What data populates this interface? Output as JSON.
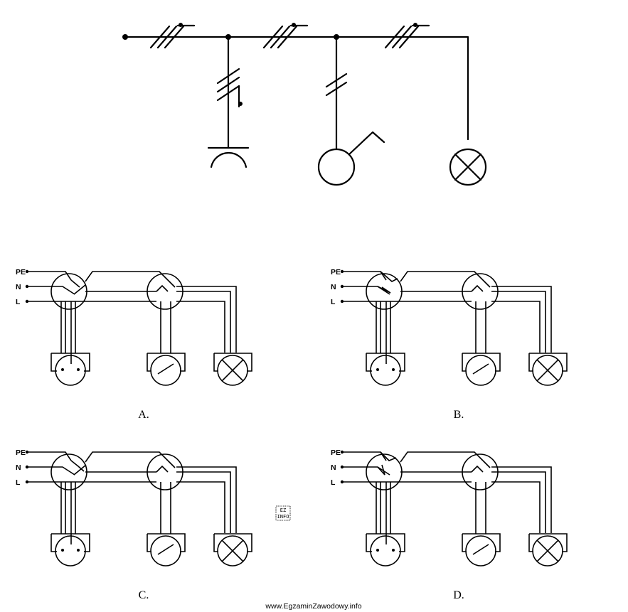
{
  "terminals": [
    "PE",
    "N",
    "L"
  ],
  "options": [
    {
      "id": "A",
      "label": "A."
    },
    {
      "id": "B",
      "label": "B."
    },
    {
      "id": "C",
      "label": "C."
    },
    {
      "id": "D",
      "label": "D."
    }
  ],
  "logo": {
    "line1": "EZ",
    "line2": "INFO"
  },
  "footer": {
    "watermark": "www.EgzaminZawodowy.info"
  }
}
